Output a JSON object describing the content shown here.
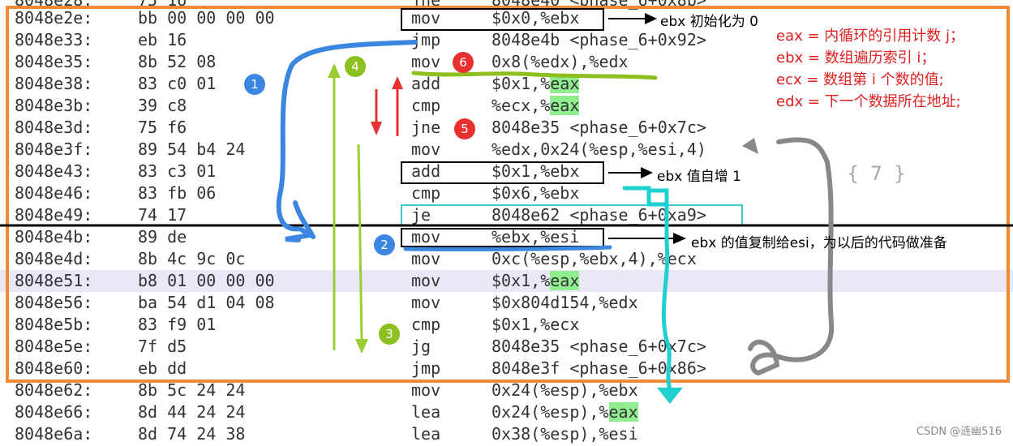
{
  "rows": [
    {
      "addr": "8048e2e:",
      "bytes": "bb 00 00 00 00",
      "mnemonic": "mov",
      "operands": "$0x0,%ebx"
    },
    {
      "addr": "8048e33:",
      "bytes": "eb 16",
      "mnemonic": "jmp",
      "operands": "8048e4b <phase_6+0x92>"
    },
    {
      "addr": "8048e35:",
      "bytes": "8b 52 08",
      "mnemonic": "mov",
      "operands": "0x8(%edx),%edx"
    },
    {
      "addr": "8048e38:",
      "bytes": "83 c0 01",
      "mnemonic": "add",
      "operands": "$0x1,%eax"
    },
    {
      "addr": "8048e3b:",
      "bytes": "39 c8",
      "mnemonic": "cmp",
      "operands": "%ecx,%eax"
    },
    {
      "addr": "8048e3d:",
      "bytes": "75 f6",
      "mnemonic": "jne",
      "operands": "8048e35 <phase_6+0x7c>"
    },
    {
      "addr": "8048e3f:",
      "bytes": "89 54 b4 24",
      "mnemonic": "mov",
      "operands": "%edx,0x24(%esp,%esi,4)"
    },
    {
      "addr": "8048e43:",
      "bytes": "83 c3 01",
      "mnemonic": "add",
      "operands": "$0x1,%ebx"
    },
    {
      "addr": "8048e46:",
      "bytes": "83 fb 06",
      "mnemonic": "cmp",
      "operands": "$0x6,%ebx"
    },
    {
      "addr": "8048e49:",
      "bytes": "74 17",
      "mnemonic": "je",
      "operands": "8048e62 <phase_6+0xa9>"
    },
    {
      "addr": "8048e4b:",
      "bytes": "89 de",
      "mnemonic": "mov",
      "operands": "%ebx,%esi"
    },
    {
      "addr": "8048e4d:",
      "bytes": "8b 4c 9c 0c",
      "mnemonic": "mov",
      "operands": "0xc(%esp,%ebx,4),%ecx"
    },
    {
      "addr": "8048e51:",
      "bytes": "b8 01 00 00 00",
      "mnemonic": "mov",
      "operands": "$0x1,%eax"
    },
    {
      "addr": "8048e56:",
      "bytes": "ba 54 d1 04 08",
      "mnemonic": "mov",
      "operands": "$0x804d154,%edx"
    },
    {
      "addr": "8048e5b:",
      "bytes": "83 f9 01",
      "mnemonic": "cmp",
      "operands": "$0x1,%ecx"
    },
    {
      "addr": "8048e5e:",
      "bytes": "7f d5",
      "mnemonic": "jg",
      "operands": "8048e35 <phase_6+0x7c>"
    },
    {
      "addr": "8048e60:",
      "bytes": "eb dd",
      "mnemonic": "jmp",
      "operands": "8048e3f <phase_6+0x86>"
    },
    {
      "addr": "8048e62:",
      "bytes": "8b 5c 24 24",
      "mnemonic": "mov",
      "operands": "0x24(%esp),%ebx"
    },
    {
      "addr": "8048e66:",
      "bytes": "8d 44 24 24",
      "mnemonic": "lea",
      "operands": "0x24(%esp),%eax"
    },
    {
      "addr": "8048e6a:",
      "bytes": "8d 74 24 38",
      "mnemonic": "lea",
      "operands": "0x38(%esp),%esi"
    }
  ],
  "highlight_row_index": 12,
  "eax_highlight_rows": [
    3,
    4,
    12,
    18
  ],
  "notes": {
    "ebx_init": "ebx 初始化为 0",
    "ebx_inc": "ebx 值自增 1",
    "ebx_copy": "ebx 的值复制给esi，为以后的代码做准备",
    "brace": "{ 7 }"
  },
  "legend": [
    "eax = 内循环的引用计数 j；",
    "ebx = 数组遍历索引 i；",
    "ecx  =  数组第 i 个数的值;",
    "edx = 下一个数据所在地址;"
  ],
  "badges": [
    "1",
    "2",
    "3",
    "4",
    "5",
    "6"
  ],
  "watermark": "CSDN @涟幽516",
  "colors": {
    "frame": "#f08a36",
    "highlight_row": "#e8e8f8",
    "reg_highlight": "#90ee90",
    "note_red": "#e02020",
    "badge_blue": "#3a86e0",
    "badge_green": "#8cc020",
    "badge_red": "#e83030",
    "arrow_blue": "#3a86e0",
    "arrow_green": "#9acd32",
    "arrow_cyan": "#20d0d0",
    "arrow_gray": "#888888"
  }
}
